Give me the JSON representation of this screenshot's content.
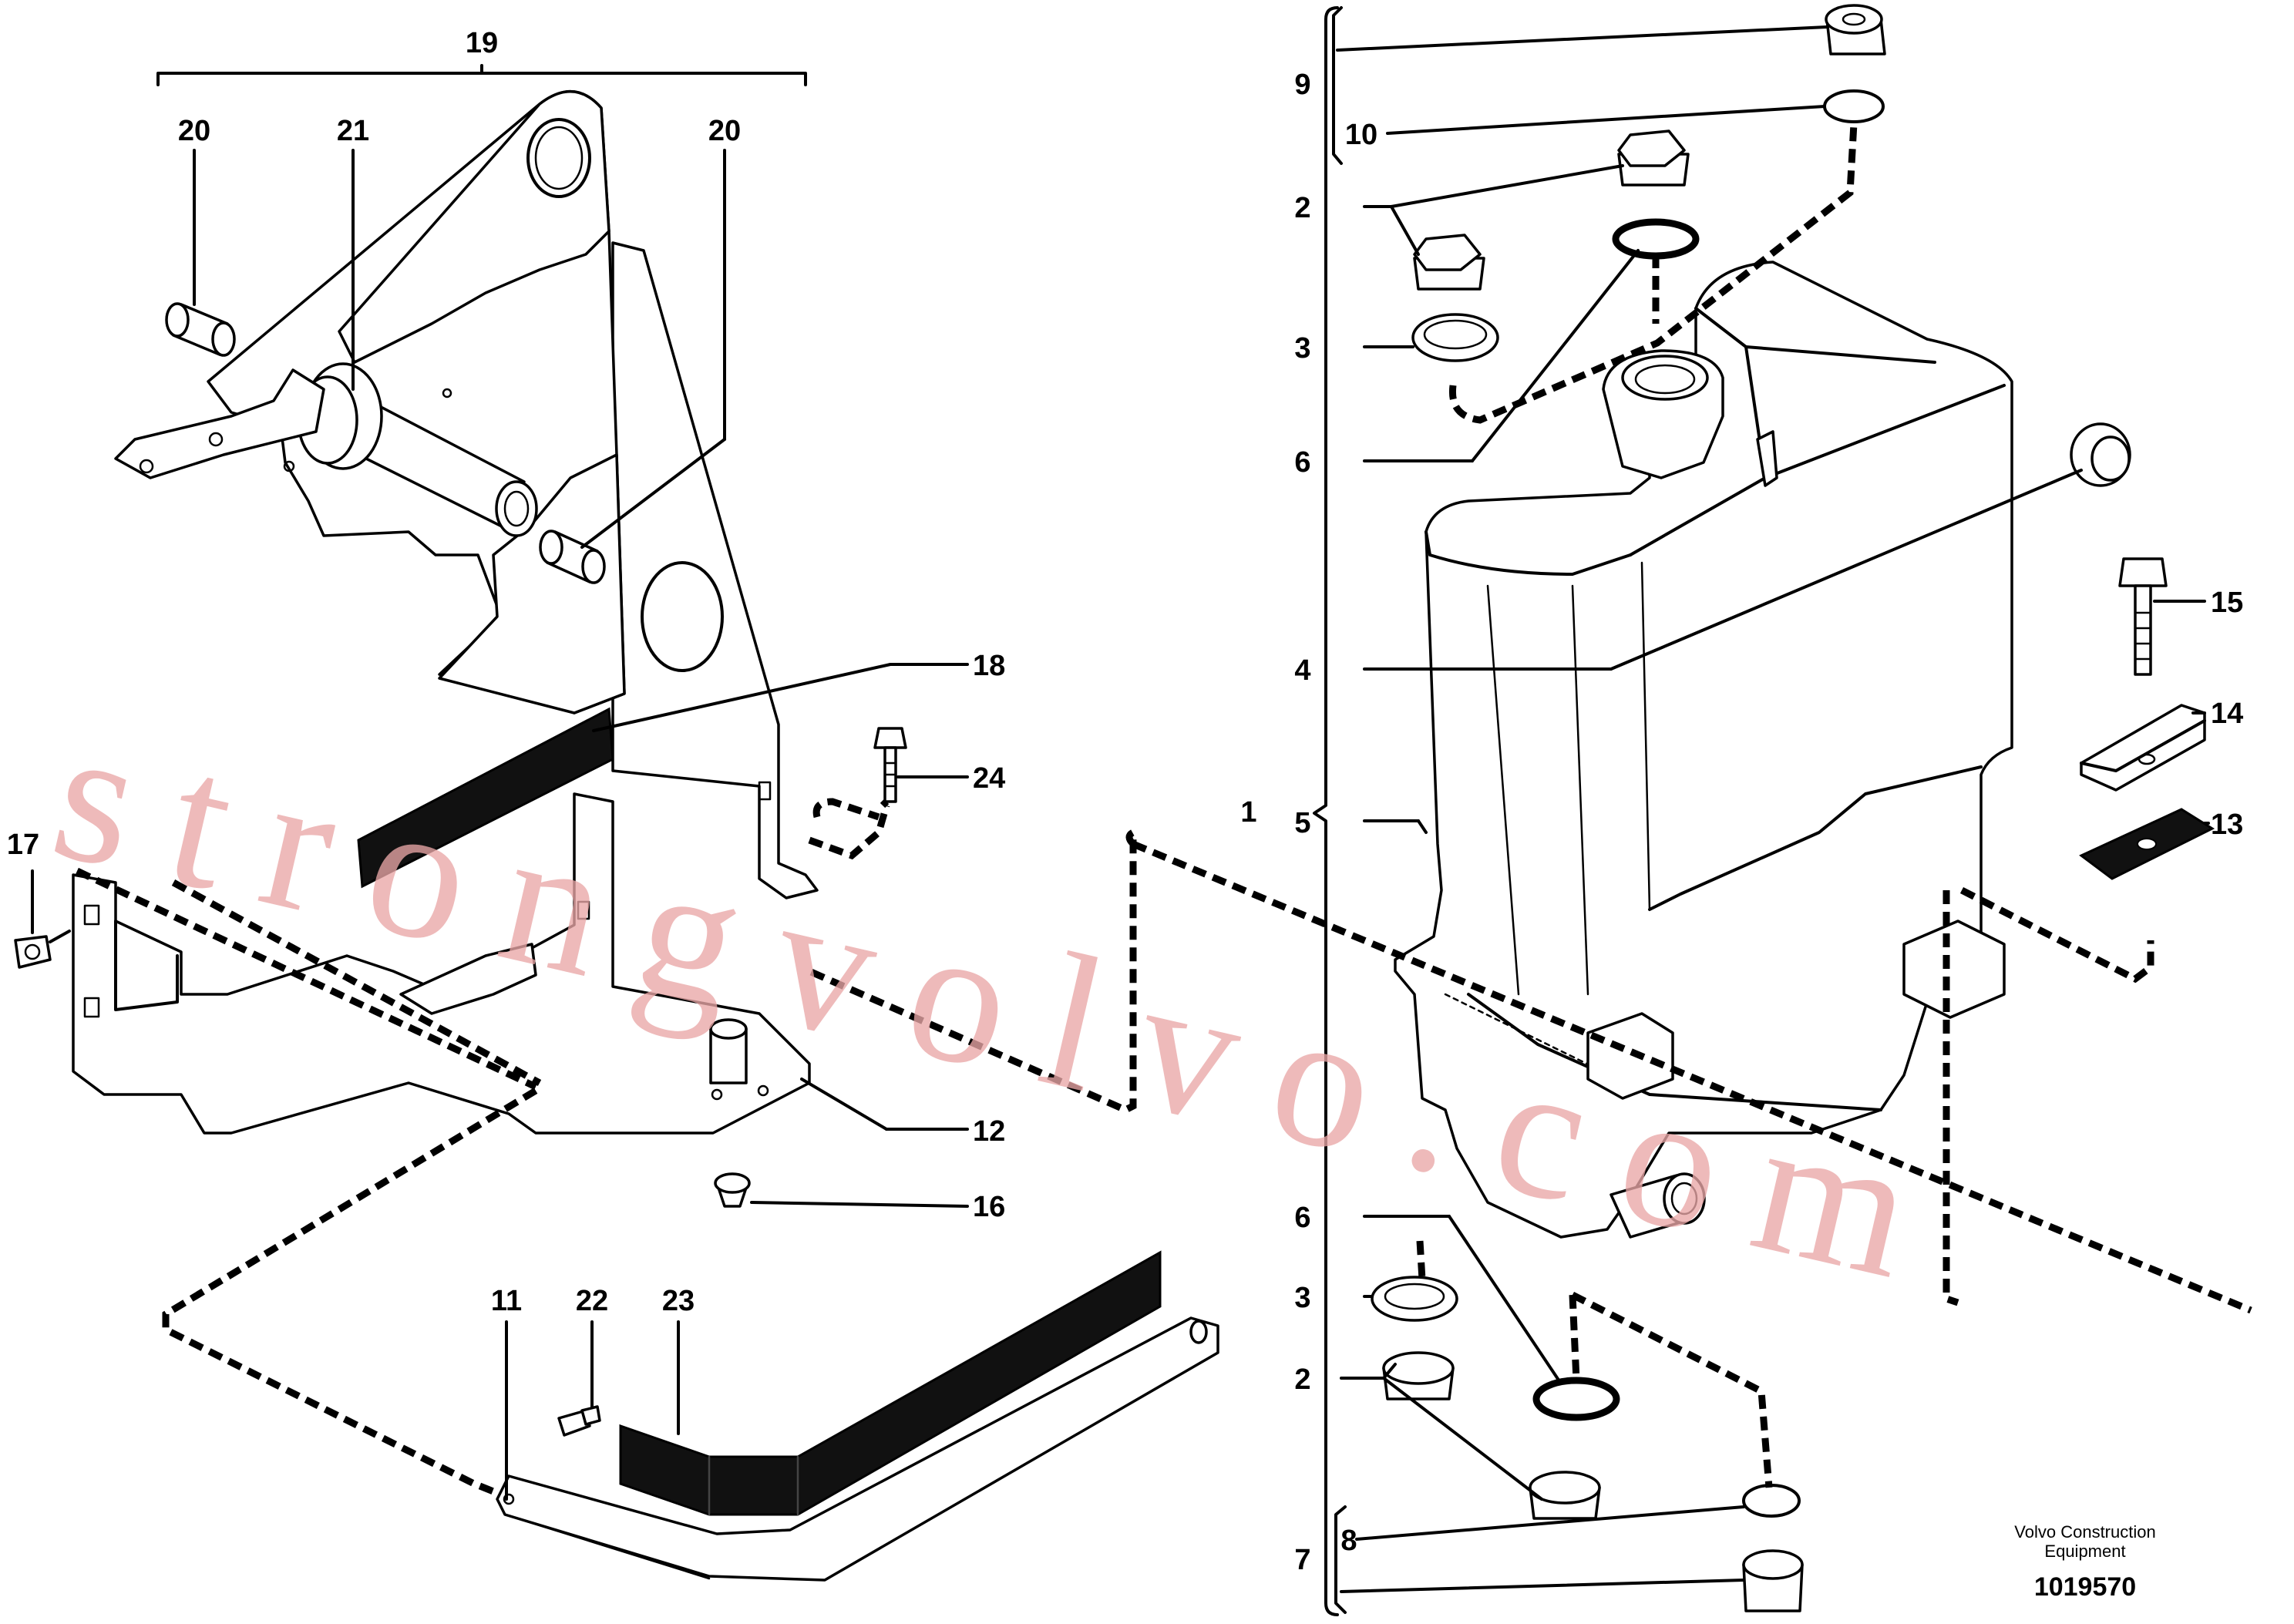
{
  "callouts": {
    "c1": "1",
    "c2a": "2",
    "c2b": "2",
    "c3a": "3",
    "c3b": "3",
    "c4": "4",
    "c5": "5",
    "c6a": "6",
    "c6b": "6",
    "c7": "7",
    "c8": "8",
    "c9": "9",
    "c10": "10",
    "c11": "11",
    "c12": "12",
    "c13": "13",
    "c14": "14",
    "c15": "15",
    "c16": "16",
    "c17": "17",
    "c18": "18",
    "c19": "19",
    "c20a": "20",
    "c20b": "20",
    "c21": "21",
    "c22": "22",
    "c23": "23",
    "c24": "24"
  },
  "watermark": "strongvolvo.com",
  "footer": {
    "company_line1": "Volvo Construction",
    "company_line2": "Equipment",
    "drawing_number": "1019570"
  }
}
